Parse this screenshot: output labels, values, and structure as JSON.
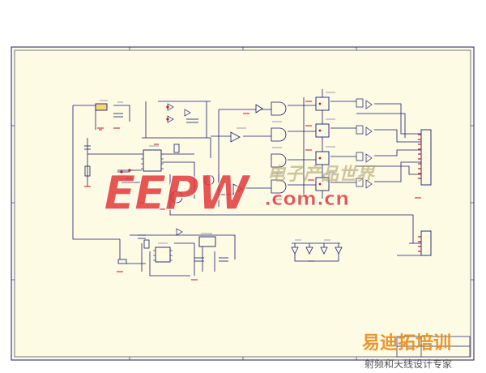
{
  "diagram": {
    "sheet_color": "#fdfbe3",
    "line_color": "#1a1a6e",
    "accent_red": "#c8102e"
  },
  "watermark": {
    "logo": "EEPW",
    "site": ".com.cn",
    "overlay_cn": "电子产品世界",
    "footer_brand": "易迪拓培训",
    "footer_tagline": "射频和天线设计专家"
  }
}
